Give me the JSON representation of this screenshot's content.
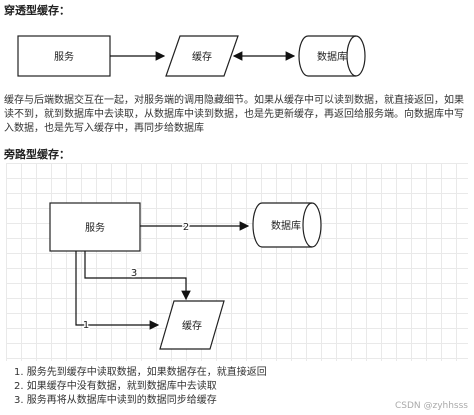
{
  "section1": {
    "heading": "穿透型缓存：",
    "diagram": {
      "service": "服务",
      "cache": "缓存",
      "database": "数据库"
    },
    "paragraph": "缓存与后端数据交互在一起，对服务端的调用隐藏细节。如果从缓存中可以读到数据，就直接返回，如果读不到，就到数据库中去读取，从数据库中读到数据，也是先更新缓存，再返回给服务端。向数据库中写入数据，也是先写入缓存中，再同步给数据库"
  },
  "section2": {
    "heading": "旁路型缓存：",
    "diagram": {
      "service": "服务",
      "cache": "缓存",
      "database": "数据库",
      "arrow_labels": [
        "1",
        "2",
        "3"
      ]
    },
    "steps": [
      "1. 服务先到缓存中读取数据，如果数据存在，就直接返回",
      "2. 如果缓存中没有数据，就到数据库中去读取",
      "3. 服务再将从数据库中读到的数据同步给缓存"
    ]
  },
  "watermark": "CSDN @zyhhsss"
}
